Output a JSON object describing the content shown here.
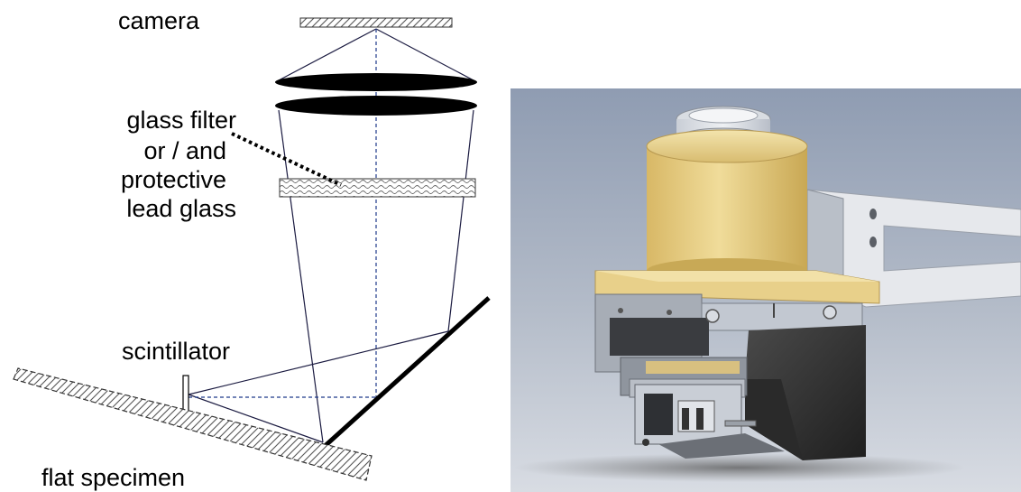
{
  "labels": {
    "camera": "camera",
    "filter_line1": "glass filter",
    "filter_line2": "or / and",
    "filter_line3": "protective",
    "filter_line4": "lead glass",
    "scintillator": "scintillator",
    "specimen": "flat specimen"
  },
  "colors": {
    "ray": "#1a1a40",
    "axis": "#1f3a8a",
    "lens": "#000000",
    "housing_gold": "#e2c77a",
    "background_grey": "#a9b3c3"
  }
}
